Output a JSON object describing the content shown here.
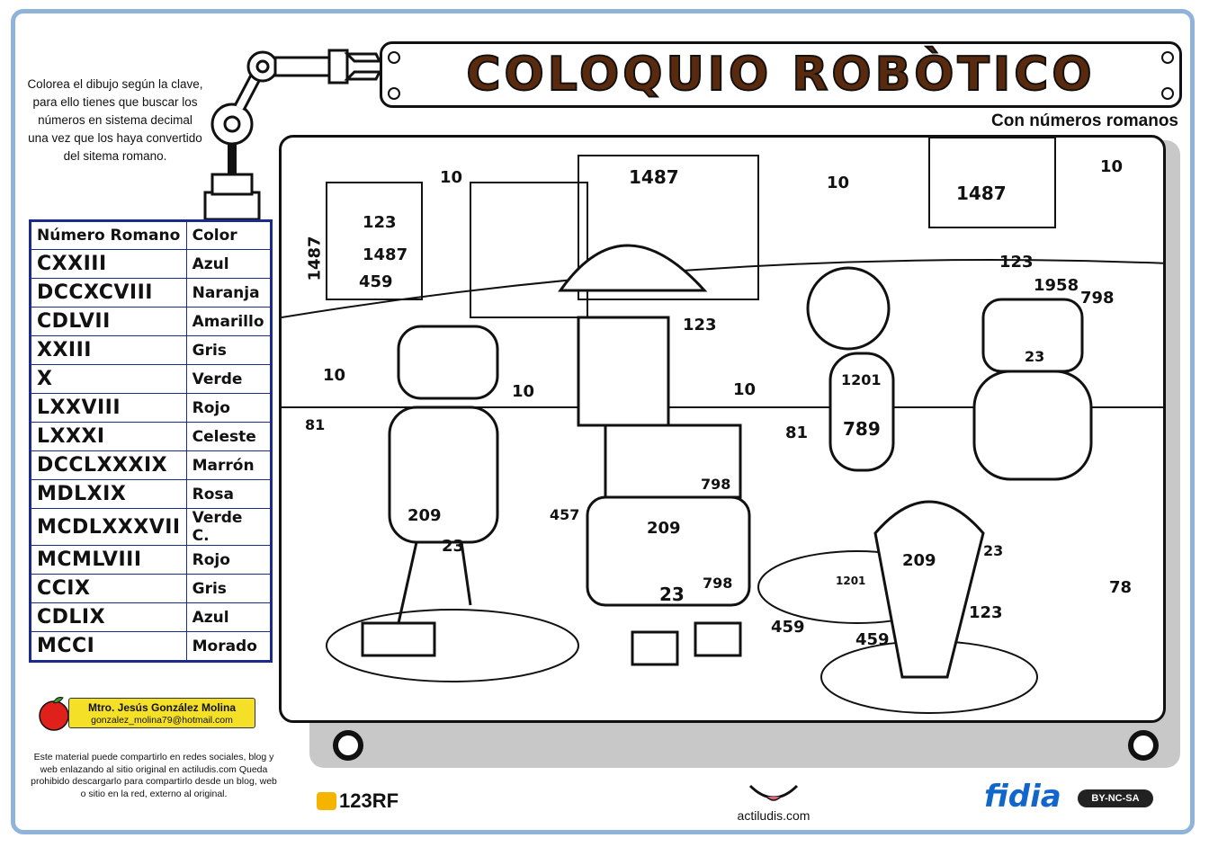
{
  "title": "COLOQUIO ROBÒTICO",
  "subtitle": "Con números romanos",
  "instructions": "Colorea el dibujo según la clave, para ello tienes que buscar los números en sistema decimal una vez que los haya convertido del sitema romano.",
  "key_table": {
    "header_roman": "Número Romano",
    "header_color": "Color",
    "rows": [
      {
        "roman": "CXXIII",
        "color": "Azul"
      },
      {
        "roman": "DCCXCVIII",
        "color": "Naranja"
      },
      {
        "roman": "CDLVII",
        "color": "Amarillo"
      },
      {
        "roman": "XXIII",
        "color": "Gris"
      },
      {
        "roman": "X",
        "color": "Verde"
      },
      {
        "roman": "LXXVIII",
        "color": "Rojo"
      },
      {
        "roman": "LXXXI",
        "color": "Celeste"
      },
      {
        "roman": "DCCLXXXIX",
        "color": "Marrón"
      },
      {
        "roman": "MDLXIX",
        "color": "Rosa"
      },
      {
        "roman": "MCDLXXXVII",
        "color": "Verde C."
      },
      {
        "roman": "MCMLVIII",
        "color": "Rojo"
      },
      {
        "roman": "CCIX",
        "color": "Gris"
      },
      {
        "roman": "CDLIX",
        "color": "Azul"
      },
      {
        "roman": "MCCI",
        "color": "Morado"
      }
    ]
  },
  "author": {
    "name": "Mtro. Jesús González Molina",
    "email": "gonzalez_molina79@hotmail.com"
  },
  "license_text": "Este material puede compartirlo en redes sociales, blog y web enlazando al sitio original en actiludis.com Queda prohibido descargarlo para compartirlo desde un blog, web o sitio en la red, externo al original.",
  "footer": {
    "logo_123rf": "123RF",
    "actiludis": "actiludis.com",
    "fidia": "fidia",
    "cc": "BY-NC-SA"
  },
  "scene_numbers": [
    "10",
    "1487",
    "10",
    "1487",
    "10",
    "123",
    "1487",
    "459",
    "1487",
    "123",
    "123",
    "10",
    "81",
    "10",
    "10",
    "81",
    "1201",
    "789",
    "1958",
    "798",
    "23",
    "457",
    "209",
    "23",
    "798",
    "459",
    "209",
    "23",
    "1201",
    "209",
    "459",
    "78",
    "123",
    "798",
    "23"
  ],
  "colors": {
    "frame": "#8fb3d9",
    "title_fill": "#5a2a0e",
    "table_border": "#1a2b8c",
    "author_bg": "#f5e028",
    "fidia_blue": "#1166cc"
  }
}
